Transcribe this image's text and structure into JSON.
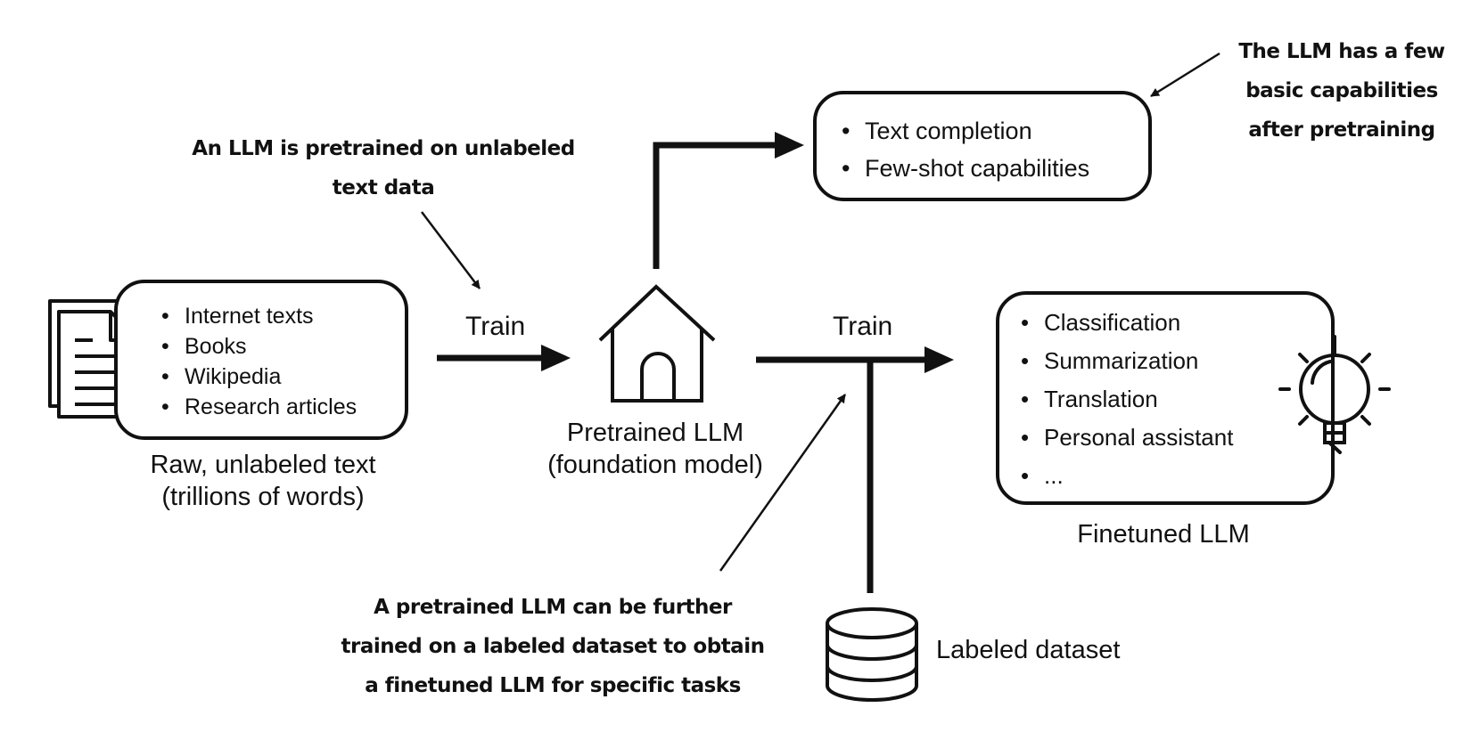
{
  "raw_text": {
    "items": [
      "Internet texts",
      "Books",
      "Wikipedia",
      "Research articles"
    ],
    "caption_line1": "Raw, unlabeled text",
    "caption_line2": "(trillions of words)"
  },
  "pretrain_annotation": {
    "line1": "An LLM is pretrained on unlabeled",
    "line2": "text data"
  },
  "train_label_1": "Train",
  "pretrained_llm": {
    "line1": "Pretrained LLM",
    "line2": "(foundation model)"
  },
  "capabilities": {
    "items": [
      "Text completion",
      "Few-shot capabilities"
    ]
  },
  "capabilities_annotation": {
    "line1": "The LLM has a few",
    "line2": "basic capabilities",
    "line3": "after pretraining"
  },
  "train_label_2": "Train",
  "finetuned_llm": {
    "items": [
      "Classification",
      "Summarization",
      "Translation",
      "Personal assistant",
      "..."
    ],
    "caption": "Finetuned LLM"
  },
  "labeled_dataset": {
    "label": "Labeled dataset"
  },
  "finetune_annotation": {
    "line1": "A pretrained LLM can be further",
    "line2": "trained on a labeled dataset to obtain",
    "line3": "a finetuned LLM for specific tasks"
  }
}
